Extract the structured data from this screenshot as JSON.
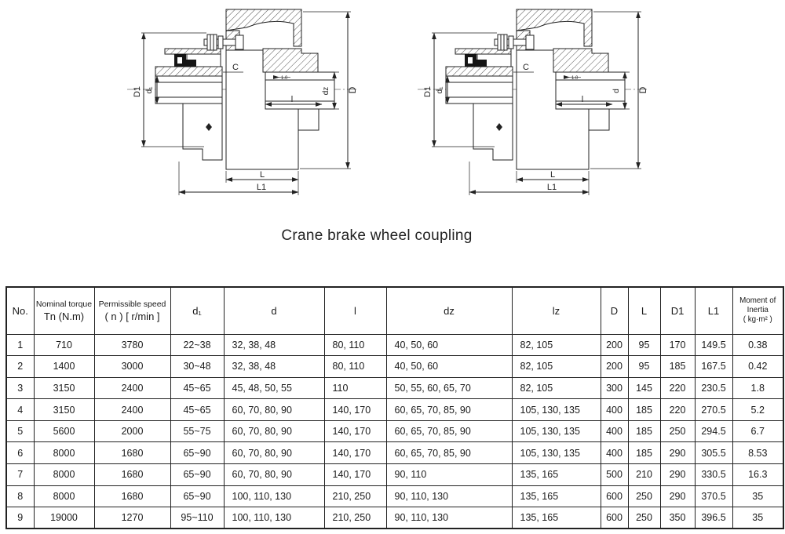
{
  "title": "Crane brake wheel coupling",
  "colors": {
    "ink": "#222222",
    "background": "#ffffff",
    "seal_fill": "#151515"
  },
  "diagrams": {
    "labels": {
      "D1": "D1",
      "d1": "d₁",
      "C": "C",
      "l": "l",
      "D": "D",
      "L": "L",
      "L1": "L1",
      "roughness": "1.0"
    },
    "left": {
      "d_label": "dz"
    },
    "right": {
      "d_label": "d"
    }
  },
  "table": {
    "columns": [
      {
        "key": "no",
        "lines": [
          "No."
        ]
      },
      {
        "key": "tn",
        "lines": [
          "Nominal torque",
          "Tn (N.m)"
        ]
      },
      {
        "key": "speed",
        "lines": [
          "Permissible speed",
          "( n ) [ r/min ]"
        ]
      },
      {
        "key": "d1",
        "lines": [
          "d₁"
        ]
      },
      {
        "key": "d",
        "lines": [
          "d"
        ]
      },
      {
        "key": "l",
        "lines": [
          "l"
        ]
      },
      {
        "key": "dz",
        "lines": [
          "dz"
        ]
      },
      {
        "key": "lz",
        "lines": [
          "lz"
        ]
      },
      {
        "key": "D",
        "lines": [
          "D"
        ]
      },
      {
        "key": "L",
        "lines": [
          "L"
        ]
      },
      {
        "key": "D1",
        "lines": [
          "D1"
        ]
      },
      {
        "key": "L1",
        "lines": [
          "L1"
        ]
      },
      {
        "key": "moi",
        "lines": [
          "Moment of",
          "Inertia",
          "( kg·m² )"
        ]
      }
    ],
    "rows": [
      [
        "1",
        "710",
        "3780",
        "22~38",
        "32, 38, 48",
        "80, 110",
        "40, 50, 60",
        "82, 105",
        "200",
        "95",
        "170",
        "149.5",
        "0.38"
      ],
      [
        "2",
        "1400",
        "3000",
        "30~48",
        "32, 38, 48",
        "80, 110",
        "40, 50, 60",
        "82, 105",
        "200",
        "95",
        "185",
        "167.5",
        "0.42"
      ],
      [
        "3",
        "3150",
        "2400",
        "45~65",
        "45, 48, 50, 55",
        "110",
        "50, 55, 60, 65, 70",
        "82, 105",
        "300",
        "145",
        "220",
        "230.5",
        "1.8"
      ],
      [
        "4",
        "3150",
        "2400",
        "45~65",
        "60, 70, 80, 90",
        "140, 170",
        "60, 65, 70, 85, 90",
        "105, 130, 135",
        "400",
        "185",
        "220",
        "270.5",
        "5.2"
      ],
      [
        "5",
        "5600",
        "2000",
        "55~75",
        "60, 70, 80, 90",
        "140, 170",
        "60, 65, 70, 85, 90",
        "105, 130, 135",
        "400",
        "185",
        "250",
        "294.5",
        "6.7"
      ],
      [
        "6",
        "8000",
        "1680",
        "65~90",
        "60, 70, 80, 90",
        "140, 170",
        "60, 65, 70, 85, 90",
        "105, 130, 135",
        "400",
        "185",
        "290",
        "305.5",
        "8.53"
      ],
      [
        "7",
        "8000",
        "1680",
        "65~90",
        "60, 70, 80, 90",
        "140, 170",
        "90, 110",
        "135, 165",
        "500",
        "210",
        "290",
        "330.5",
        "16.3"
      ],
      [
        "8",
        "8000",
        "1680",
        "65~90",
        "100, 110, 130",
        "210, 250",
        "90, 110, 130",
        "135, 165",
        "600",
        "250",
        "290",
        "370.5",
        "35"
      ],
      [
        "9",
        "19000",
        "1270",
        "95~110",
        "100, 110, 130",
        "210, 250",
        "90, 110, 130",
        "135, 165",
        "600",
        "250",
        "350",
        "396.5",
        "35"
      ]
    ]
  }
}
